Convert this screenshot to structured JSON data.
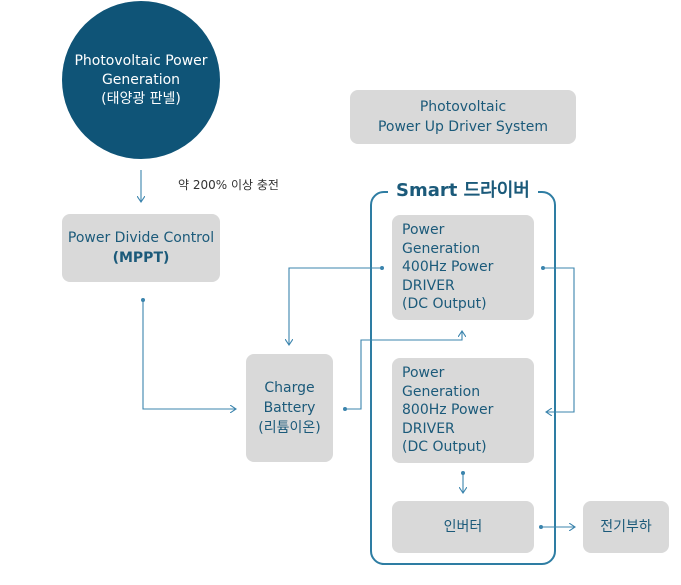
{
  "pv_generation": {
    "line1": "Photovoltaic Power",
    "line2": "Generation",
    "line3": "(태양광 판넬)"
  },
  "charge_note": "약 200% 이상 충전",
  "system_label": {
    "line1": "Photovoltaic",
    "line2": "Power Up Driver System"
  },
  "mppt": {
    "line1": "Power Divide Control",
    "line2": "(MPPT)"
  },
  "battery": {
    "line1": "Charge",
    "line2": "Battery",
    "line3": "(리튬이온)"
  },
  "smart_driver": {
    "title": "Smart  드라이버"
  },
  "driver_400": {
    "lines": [
      "Power",
      "Generation",
      "400Hz Power",
      "DRIVER",
      "(DC Output)"
    ]
  },
  "driver_800": {
    "lines": [
      "Power",
      "Generation",
      "800Hz Power",
      "DRIVER",
      "(DC Output)"
    ]
  },
  "inverter": "인버터",
  "load": "전기부하",
  "colors": {
    "circle": "#0f5477",
    "box": "#d9d9d9",
    "text": "#1b5a7a",
    "line": "#3b84ad"
  }
}
